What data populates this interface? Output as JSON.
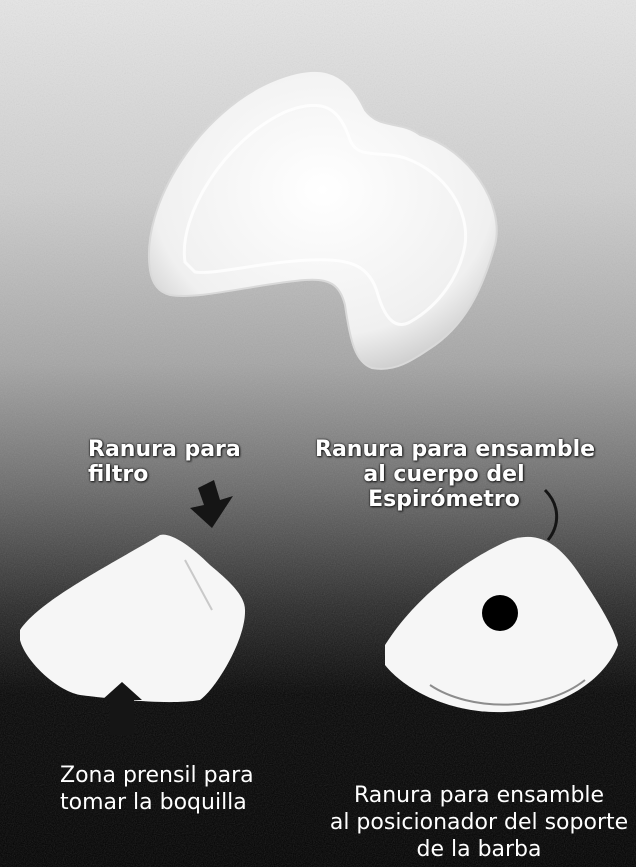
{
  "labels": {
    "filter_groove": [
      "Ranura para",
      "filtro"
    ],
    "body_groove": [
      "Ranura para ensamble",
      "al cuerpo del",
      "Espirómetro"
    ],
    "grip_zone": [
      "Zona prensil para",
      "tomar la boquilla"
    ],
    "chin_groove": [
      "Ranura para ensamble",
      "al posicionador del soporte",
      "de la barba"
    ]
  },
  "colors": {
    "part": "#f4f4f4",
    "label_text": "#ffffff",
    "background_top": "#e6e6e6",
    "background_bottom": "#000000"
  }
}
